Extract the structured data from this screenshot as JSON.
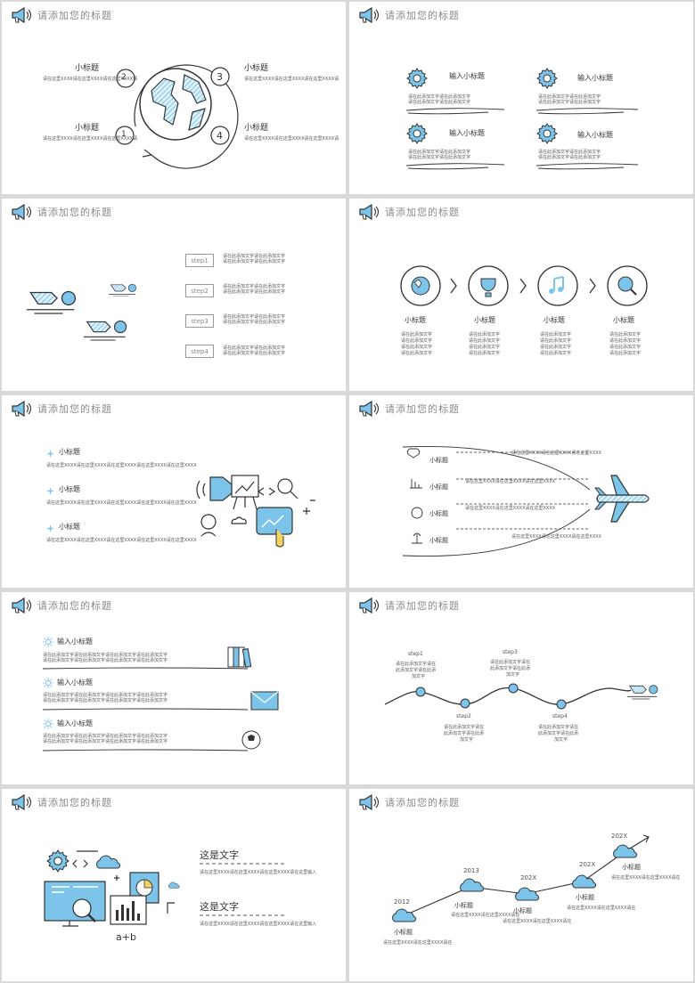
{
  "header_title": "请添加您的标题",
  "s1": {
    "nums": [
      "1",
      "2",
      "3",
      "4"
    ],
    "items": [
      {
        "title": "小标题",
        "text": "请在这里XXXX请在这里XXXX请在这里XXXX请"
      },
      {
        "title": "小标题",
        "text": "请在这里XXXX请在这里XXXX请在这里XXXX请"
      },
      {
        "title": "小标题",
        "text": "请在这里XXXX请在这里XXXX请在这里XXXX请"
      },
      {
        "title": "小标题",
        "text": "请在这里XXXX请在这里XXXX请在这里XXXX请"
      }
    ]
  },
  "s2": {
    "items": [
      {
        "title": "输入小标题",
        "l1": "请在此添加文字请在此添加文字",
        "l2": "请在此添加文字请在此添加文字"
      },
      {
        "title": "输入小标题",
        "l1": "请在此添加文字请在此添加文字",
        "l2": "请在此添加文字请在此添加文字"
      },
      {
        "title": "输入小标题",
        "l1": "请在此添加文字请在此添加文字",
        "l2": "请在此添加文字请在此添加文字"
      },
      {
        "title": "输入小标题",
        "l1": "请在此添加文字请在此添加文字",
        "l2": "请在此添加文字请在此添加文字"
      }
    ]
  },
  "s3": {
    "steps": [
      {
        "label": "step1",
        "l1": "请在此添加文字请在此添加文字",
        "l2": "请在此添加文字请在此添加文字"
      },
      {
        "label": "step2",
        "l1": "请在此添加文字请在此添加文字",
        "l2": "请在此添加文字请在此添加文字"
      },
      {
        "label": "step3",
        "l1": "请在此添加文字请在此添加文字",
        "l2": "请在此添加文字请在此添加文字"
      },
      {
        "label": "step4",
        "l1": "请在此添加文字请在此添加文字",
        "l2": "请在此添加文字请在此添加文字"
      }
    ]
  },
  "s4": {
    "items": [
      {
        "title": "小标题",
        "lines": [
          "请在此添加文字",
          "请在此添加文字",
          "请在此添加文字",
          "请在此添加文字"
        ]
      },
      {
        "title": "小标题",
        "lines": [
          "请在此添加文字",
          "请在此添加文字",
          "请在此添加文字",
          "请在此添加文字"
        ]
      },
      {
        "title": "小标题",
        "lines": [
          "请在此添加文字",
          "请在此添加文字",
          "请在此添加文字",
          "请在此添加文字"
        ]
      },
      {
        "title": "小标题",
        "lines": [
          "请在此添加文字",
          "请在此添加文字",
          "请在此添加文字",
          "请在此添加文字"
        ]
      }
    ]
  },
  "s5": {
    "items": [
      {
        "title": "小标题",
        "text": "请在这里XXXX请在这里XXXX请在这里XXXX请在这里XXXX请在这里XXXX"
      },
      {
        "title": "小标题",
        "text": "请在这里XXXX请在这里XXXX请在这里XXXX请在这里XXXX请在这里XXXX"
      },
      {
        "title": "小标题",
        "text": "请在这里XXXX请在这里XXXX请在这里XXXX请在这里XXXX请在这里XXXX"
      }
    ]
  },
  "s6": {
    "items": [
      {
        "title": "小标题",
        "text": "请在这里XXXX请在这里XXXX请在这里XXXX"
      },
      {
        "title": "小标题",
        "text": "请在这里XXXX请在这里XXXX请在这里XXXX"
      },
      {
        "title": "小标题",
        "text": "请在这里XXXX请在这里XXXX请在这里XXXX"
      },
      {
        "title": "小标题",
        "text": "请在这里XXXX请在这里XXXX请在这里XXXX"
      }
    ]
  },
  "s7": {
    "items": [
      {
        "title": "输入小标题",
        "l1": "请在此添加文字请在此添加文字请在此添加文字请在此添加文字",
        "l2": "请在此添加文字请在此添加文字请在此添加文字请在此添加文字"
      },
      {
        "title": "输入小标题",
        "l1": "请在此添加文字请在此添加文字请在此添加文字请在此添加文字",
        "l2": "请在此添加文字请在此添加文字请在此添加文字请在此添加文字"
      },
      {
        "title": "输入小标题",
        "l1": "请在此添加文字请在此添加文字请在此添加文字请在此添加文字",
        "l2": "请在此添加文字请在此添加文字请在此添加文字请在此添加文字"
      }
    ]
  },
  "s8": {
    "steps": [
      {
        "label": "step1",
        "lines": [
          "请在此添加文字请在",
          "此添加文字请在此添",
          "加文字"
        ]
      },
      {
        "label": "step2",
        "lines": [
          "请在此添加文字请在",
          "此添加文字请在此添",
          "加文字"
        ]
      },
      {
        "label": "step3",
        "lines": [
          "请在此添加文字请在",
          "此添加文字请在此添",
          "加文字"
        ]
      },
      {
        "label": "step4",
        "lines": [
          "请在此添加文字请在",
          "此添加文字请在此添",
          "加文字"
        ]
      }
    ]
  },
  "s9": {
    "items": [
      {
        "title": "这是文字",
        "text": "请在这里XXXX请在这里XXXX请在这里XXXX请在这里输入"
      },
      {
        "title": "这是文字",
        "text": "请在这里XXXX请在这里XXXX请在这里XXXX请在这里输入"
      }
    ],
    "formula": "a+b"
  },
  "s10": {
    "points": [
      {
        "year": "2012",
        "title": "小标题",
        "text": "请在这里XXXX请在这里XXXX请在"
      },
      {
        "year": "2013",
        "title": "小标题",
        "text": "请在这里XXXX请在这里XXXX请在"
      },
      {
        "year": "202X",
        "title": "小标题",
        "text": "请在这里XXXX请在这里XXXX请在"
      },
      {
        "year": "202X",
        "title": "小标题",
        "text": "请在这里XXXX请在这里XXXX请在"
      },
      {
        "year": "202X",
        "title": "小标题",
        "text": "请在这里XXXX请在这里XXXX请在"
      }
    ]
  },
  "colors": {
    "accent": "#7cc4ea",
    "line": "#333333",
    "bg": "#d9d9d9"
  }
}
